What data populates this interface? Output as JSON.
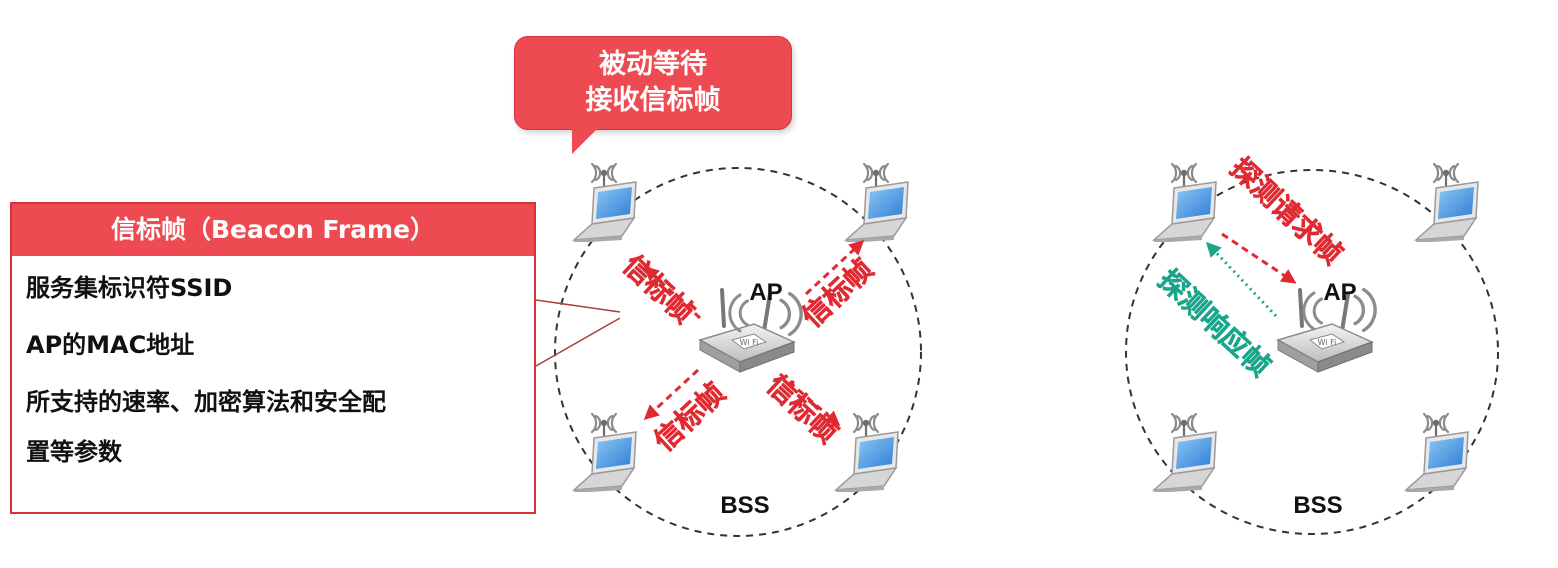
{
  "callout": {
    "line1": "被动等待",
    "line2": "接收信标帧"
  },
  "info_box": {
    "header": "信标帧（Beacon Frame）",
    "lines": [
      "服务集标识符SSID",
      "AP的MAC地址",
      "所支持的速率、加密算法和安全配",
      "置等参数"
    ]
  },
  "passive_bss": {
    "ap_label": "AP",
    "bss_label": "BSS",
    "frame_label": "信标帧"
  },
  "active_bss": {
    "ap_label": "AP",
    "bss_label": "BSS",
    "probe_request": "探测请求帧",
    "probe_response": "探测响应帧"
  },
  "colors": {
    "red": "#e02a32",
    "red_fill": "#ee4a51",
    "green": "#1aa58b",
    "laptop_screen": "#3d8fe0"
  }
}
